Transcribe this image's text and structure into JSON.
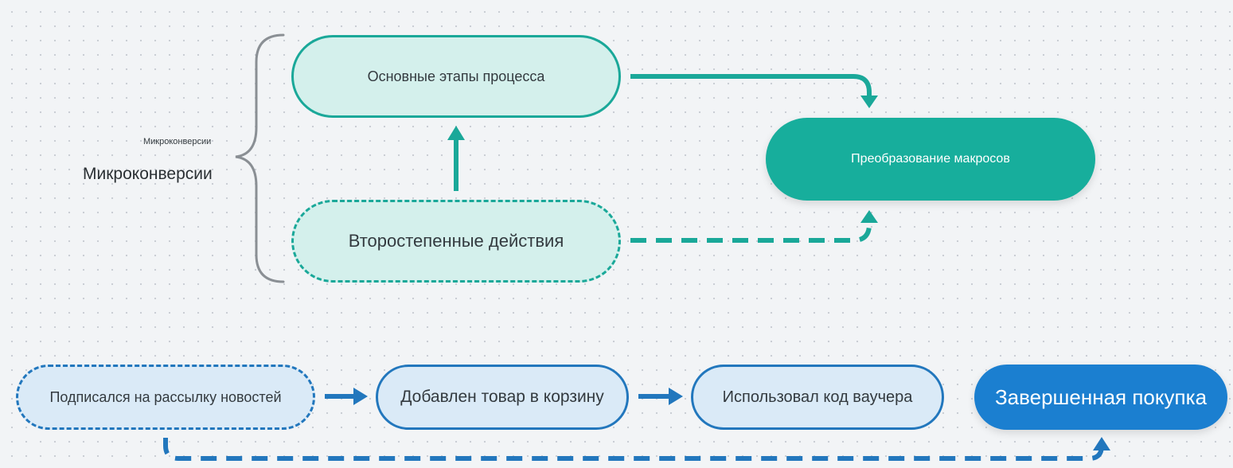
{
  "diagram": {
    "bracket": {
      "label_small": "Микроконверсии",
      "label": "Микроконверсии"
    },
    "nodes": {
      "main_steps": "Основные этапы процесса",
      "secondary_actions": "Второстепенные действия",
      "macro_conversion": "Преобразование макросов",
      "newsletter": "Подписался на рассылку новостей",
      "added_to_cart": "Добавлен товар в корзину",
      "used_voucher": "Использовал код ваучера",
      "purchase": "Завершенная покупка"
    },
    "colors": {
      "teal": "#1aa899",
      "teal_fill": "#d4f0ec",
      "teal_solid": "#17ae9c",
      "blue": "#2277bd",
      "blue_fill": "#daeaf7",
      "blue_solid": "#1b7fd0",
      "bracket": "#8a8f94"
    }
  }
}
